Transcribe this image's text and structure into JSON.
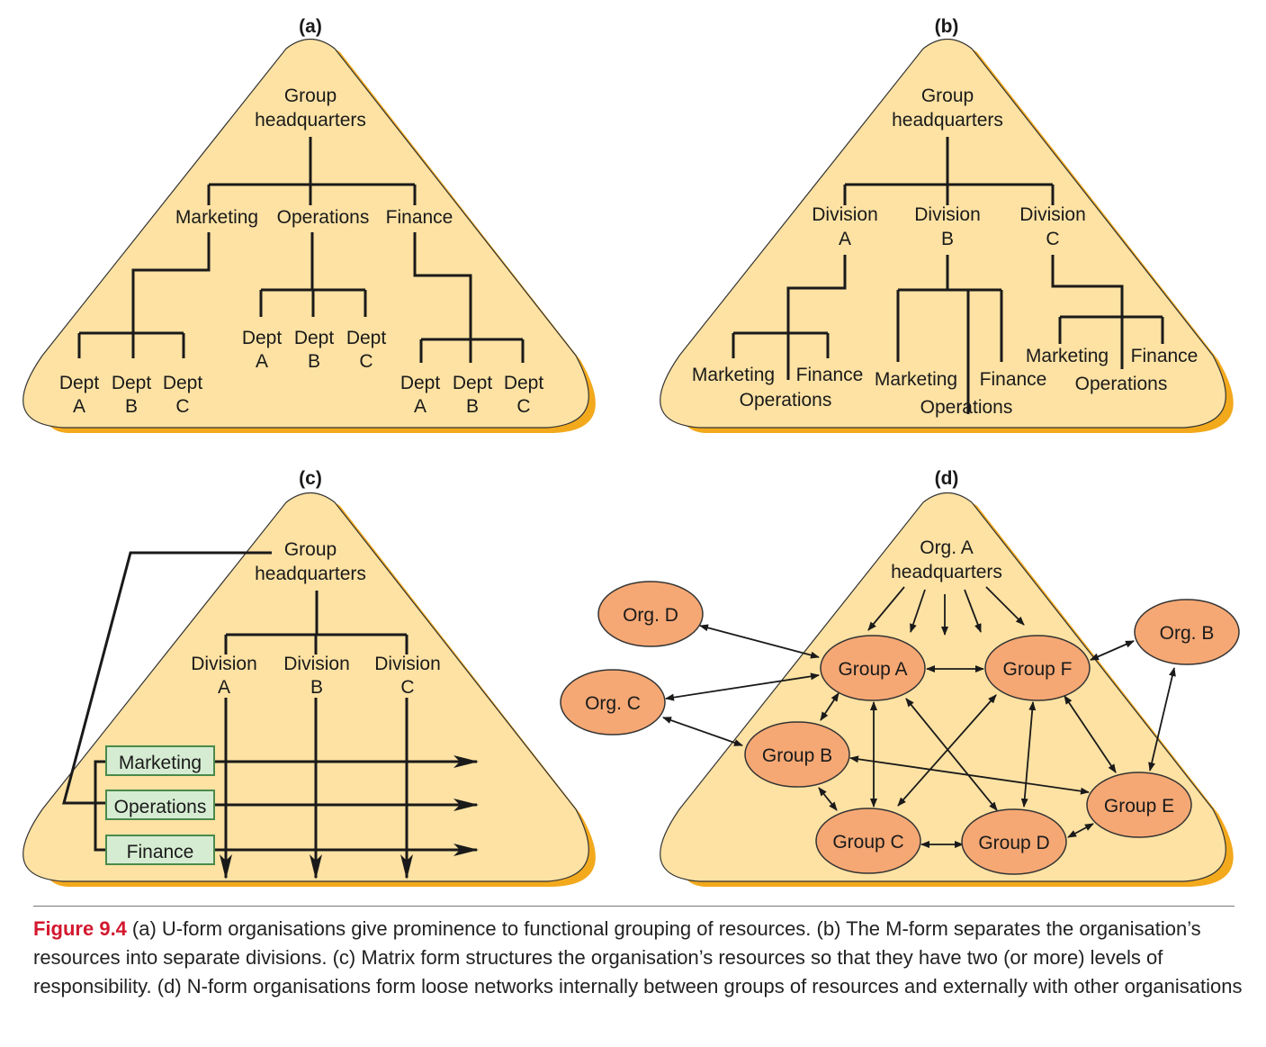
{
  "colors": {
    "triangle_fill": "#fde2a3",
    "triangle_shadow": "#f2a91c",
    "ellipse_fill": "#f5a874",
    "box_fill": "#d6ecd2",
    "caption_label": "#d3182e"
  },
  "panel_a": {
    "label": "(a)",
    "hq": [
      "Group",
      "headquarters"
    ],
    "functions": [
      "Marketing",
      "Operations",
      "Finance"
    ],
    "dept_word": "Dept",
    "dept_letters": [
      "A",
      "B",
      "C"
    ]
  },
  "panel_b": {
    "label": "(b)",
    "hq": [
      "Group",
      "headquarters"
    ],
    "division_word": "Division",
    "division_letters": [
      "A",
      "B",
      "C"
    ],
    "functions": [
      "Marketing",
      "Finance",
      "Operations"
    ]
  },
  "panel_c": {
    "label": "(c)",
    "hq": [
      "Group",
      "headquarters"
    ],
    "division_word": "Division",
    "division_letters": [
      "A",
      "B",
      "C"
    ],
    "boxes": [
      "Marketing",
      "Operations",
      "Finance"
    ]
  },
  "panel_d": {
    "label": "(d)",
    "hq": [
      "Org. A",
      "headquarters"
    ],
    "groups": [
      "Group A",
      "Group F",
      "Group B",
      "Group E",
      "Group C",
      "Group D"
    ],
    "orgs": [
      "Org. D",
      "Org. C",
      "Org. B"
    ]
  },
  "caption": {
    "label": "Figure 9.4",
    "text": "(a) U-form organisations give prominence to functional grouping of resources. (b) The M-form separates the organisation’s resources into separate divisions. (c) Matrix form structures the organisation’s resources so that they have two (or more) levels of responsibility. (d) N-form organisations form loose networks internally between groups of resources and externally with other organisations"
  }
}
